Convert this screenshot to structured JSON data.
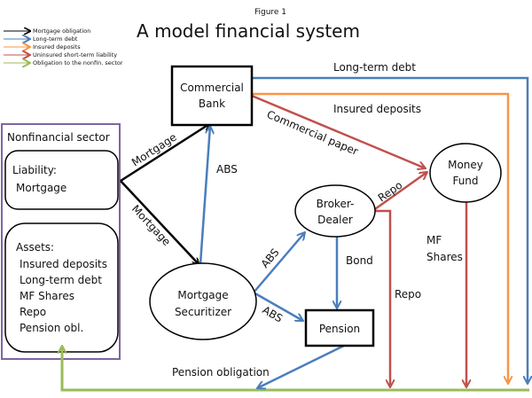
{
  "figure_label": "Figure 1",
  "title": "A model financial system",
  "colors": {
    "mortgage": "#000000",
    "long_term_debt": "#4a7ebb",
    "insured_deposits": "#f79646",
    "uninsured_short_term": "#c0504d",
    "nonfin_obligation": "#9bbb59",
    "sector_border": "#8064a2"
  },
  "legend": [
    {
      "label": "Mortgage obligation",
      "color_key": "mortgage"
    },
    {
      "label": "Long-term debt",
      "color_key": "long_term_debt"
    },
    {
      "label": "Insured deposits",
      "color_key": "insured_deposits"
    },
    {
      "label": "Uninsured short-term liability",
      "color_key": "uninsured_short_term"
    },
    {
      "label": "Obligation to the nonfin. sector",
      "color_key": "nonfin_obligation"
    }
  ],
  "nonfinancial_sector": {
    "title": "Nonfinancial sector",
    "liability": {
      "heading": "Liability:",
      "items": [
        "Mortgage"
      ]
    },
    "assets": {
      "heading": "Assets:",
      "items": [
        "Insured deposits",
        "Long-term debt",
        "MF Shares",
        "Repo",
        "Pension obl."
      ]
    }
  },
  "nodes": {
    "commercial_bank": [
      "Commercial",
      "Bank"
    ],
    "money_fund": [
      "Money",
      "Fund"
    ],
    "broker_dealer": [
      "Broker-",
      "Dealer"
    ],
    "mortgage_securitizer": [
      "Mortgage",
      "Securitizer"
    ],
    "pension": [
      "Pension"
    ]
  },
  "edges": {
    "mortgage_to_bank": "Mortgage",
    "mortgage_to_securitizer": "Mortgage",
    "abs_to_bank": "ABS",
    "abs_to_broker": "ABS",
    "abs_to_pension": "ABS",
    "bond": "Bond",
    "commercial_paper": "Commercial paper",
    "repo_to_fund": "Repo",
    "repo_down": "Repo",
    "mf_shares": [
      "MF",
      "Shares"
    ],
    "long_term_debt": "Long-term debt",
    "insured_deposits": "Insured deposits",
    "pension_obligation": "Pension obligation"
  }
}
